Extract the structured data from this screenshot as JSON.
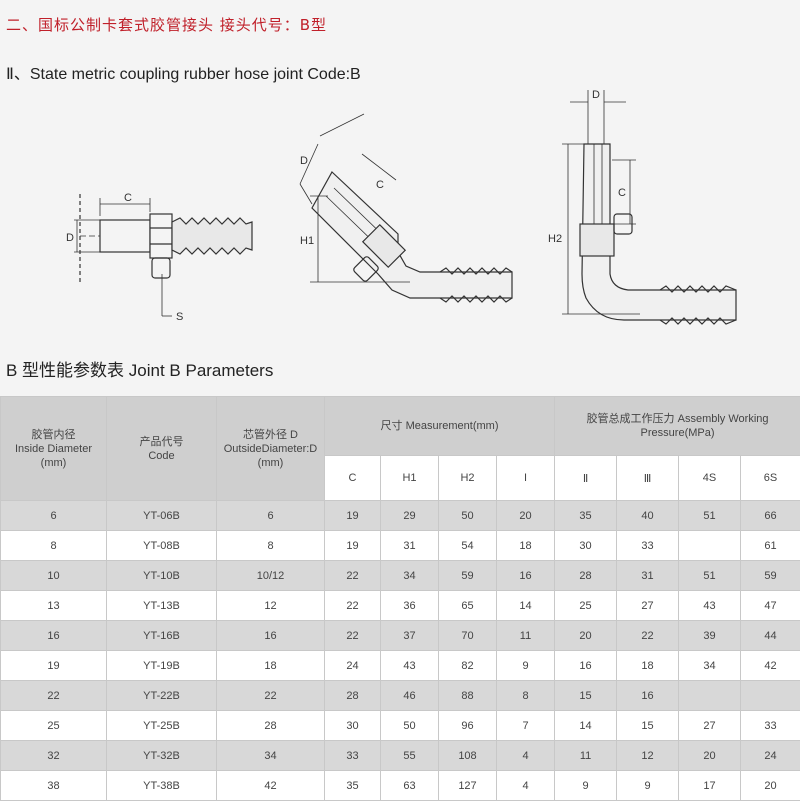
{
  "header": {
    "title_cn": "二、国标公制卡套式胶管接头 接头代号：B型",
    "title_en": "Ⅱ、State metric coupling rubber hose joint  Code:B"
  },
  "diagrams": {
    "straight": {
      "dim_c": "C",
      "dim_d": "D",
      "dim_s": "S"
    },
    "elbow45": {
      "dim_d": "D",
      "dim_c": "C",
      "dim_h1": "H1"
    },
    "elbow90": {
      "dim_d": "D",
      "dim_c": "C",
      "dim_h2": "H2"
    }
  },
  "table": {
    "title": "B 型性能参数表 Joint B Parameters",
    "headers": {
      "inside_diameter": [
        "胶管内径",
        "Inside Diameter",
        "(mm)"
      ],
      "code": [
        "产品代号",
        "Code"
      ],
      "outside_diameter": [
        "芯管外径 D",
        "OutsideDiameter:D",
        "(mm)"
      ],
      "measurement": "尺寸 Measurement(mm)",
      "pressure": [
        "胶管总成工作压力 Assembly Working",
        "Pressure(MPa)"
      ]
    },
    "sub_headers": [
      "C",
      "H1",
      "H2",
      "I",
      "Ⅱ",
      "Ⅲ",
      "4S",
      "6S"
    ],
    "rows": [
      [
        "6",
        "YT-06B",
        "6",
        "19",
        "29",
        "50",
        "20",
        "35",
        "40",
        "51",
        "66"
      ],
      [
        "8",
        "YT-08B",
        "8",
        "19",
        "31",
        "54",
        "18",
        "30",
        "33",
        "",
        "61"
      ],
      [
        "10",
        "YT-10B",
        "10/12",
        "22",
        "34",
        "59",
        "16",
        "28",
        "31",
        "51",
        "59"
      ],
      [
        "13",
        "YT-13B",
        "12",
        "22",
        "36",
        "65",
        "14",
        "25",
        "27",
        "43",
        "47"
      ],
      [
        "16",
        "YT-16B",
        "16",
        "22",
        "37",
        "70",
        "11",
        "20",
        "22",
        "39",
        "44"
      ],
      [
        "19",
        "YT-19B",
        "18",
        "24",
        "43",
        "82",
        "9",
        "16",
        "18",
        "34",
        "42"
      ],
      [
        "22",
        "YT-22B",
        "22",
        "28",
        "46",
        "88",
        "8",
        "15",
        "16",
        "",
        ""
      ],
      [
        "25",
        "YT-25B",
        "28",
        "30",
        "50",
        "96",
        "7",
        "14",
        "15",
        "27",
        "33"
      ],
      [
        "32",
        "YT-32B",
        "34",
        "33",
        "55",
        "108",
        "4",
        "11",
        "12",
        "20",
        "24"
      ],
      [
        "38",
        "YT-38B",
        "42",
        "35",
        "63",
        "127",
        "4",
        "9",
        "9",
        "17",
        "20"
      ]
    ]
  }
}
